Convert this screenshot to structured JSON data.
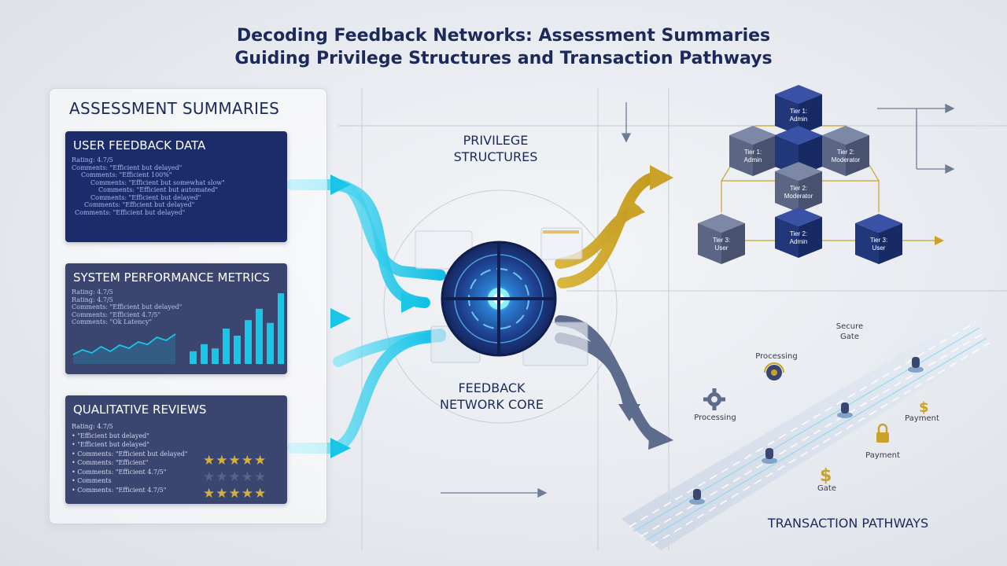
{
  "title": {
    "line1": "Decoding Feedback Networks: Assessment Summaries",
    "line2": "Guiding Privilege Structures and Transaction Pathways"
  },
  "assessment": {
    "heading": "ASSESSMENT SUMMARIES",
    "user_feedback": {
      "title": "USER FEEDBACK DATA",
      "lines": [
        "Rating: 4.7/5",
        "Comments: \"Efficient but delayed\"",
        "Comments: \"Efficient 100%\"",
        "Comments: \"Efficient but somewhat slow\"",
        "Comments: \"Efficient but automated\"",
        "Comments: \"Efficient but delayed\"",
        "Comments: \"Efficient but delayed\"",
        "Comments: \"Efficient but delayed\""
      ]
    },
    "system_metrics": {
      "title": "SYSTEM PERFORMANCE METRICS",
      "lines": [
        "Rating: 4.7/5",
        "Rating: 4.7/5",
        "Comments: \"Efficient but delayed\"",
        "Comments: \"Efficient 4.7/5\"",
        "Comments: \"Ok Latency\""
      ],
      "bars": [
        0.18,
        0.28,
        0.22,
        0.5,
        0.4,
        0.62,
        0.78,
        0.58,
        1.0
      ],
      "line_series": [
        0.3,
        0.45,
        0.35,
        0.55,
        0.4,
        0.6,
        0.5,
        0.7,
        0.62,
        0.85,
        0.75,
        0.95
      ]
    },
    "qualitative": {
      "title": "QUALITATIVE REVIEWS",
      "lines": [
        "Rating: 4.7/5",
        "• \"Efficient but delayed\"",
        "• \"Efficient but delayed\"",
        "• Comments: \"Efficient but delayed\"",
        "• Comments: \"Efficient\"",
        "• Comments: \"Efficient 4.7/5\"",
        "• Comments",
        "• Comments: \"Efficient 4.7/5\""
      ],
      "star_rows": [
        5,
        5,
        5
      ]
    }
  },
  "core": {
    "privilege_label_1": "PRIVILEGE",
    "privilege_label_2": "STRUCTURES",
    "core_label_1": "FEEDBACK",
    "core_label_2": "NETWORK CORE"
  },
  "tiers": [
    {
      "id": "t1a",
      "text1": "Tier 1:",
      "text2": "Admin"
    },
    {
      "id": "t1b",
      "text1": "Tier 1:",
      "text2": "Admin"
    },
    {
      "id": "t2a",
      "text1": "Tier 2:",
      "text2": "Moderator"
    },
    {
      "id": "t2b",
      "text1": "Tier 2:",
      "text2": "Moderator"
    },
    {
      "id": "t3a",
      "text1": "Tier 3:",
      "text2": "User"
    },
    {
      "id": "t2c",
      "text1": "Tier 2:",
      "text2": "Admin"
    },
    {
      "id": "t3b",
      "text1": "Tier 3:",
      "text2": "User"
    }
  ],
  "transactions": {
    "heading": "TRANSACTION PATHWAYS",
    "labels": {
      "secure_gate_1": "Secure",
      "secure_gate_2": "Gate",
      "processing_top": "Processing",
      "processing_left": "Processing",
      "payment_right": "Payment",
      "payment_mid": "Payment",
      "gate": "Gate"
    }
  },
  "colors": {
    "navy": "#1b2a5a",
    "cyan": "#19c6e8",
    "gold": "#c9a227",
    "slate": "#5d6b8c",
    "cube_dark": "#243a7e",
    "cube_grey": "#5e6a86"
  }
}
